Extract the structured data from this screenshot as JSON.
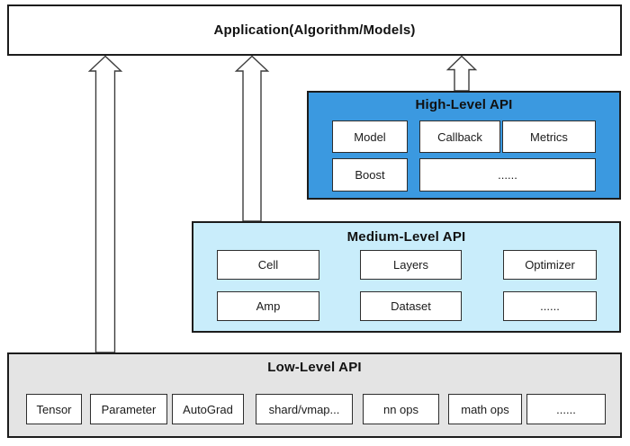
{
  "colors": {
    "high_level_bg": "#3b99e0",
    "medium_level_bg": "#c9edfb",
    "low_level_bg": "#e4e4e4"
  },
  "application": {
    "label": "Application(Algorithm/Models)"
  },
  "high_level": {
    "title": "High-Level API",
    "items": {
      "model": "Model",
      "callback": "Callback",
      "metrics": "Metrics",
      "boost": "Boost",
      "more": "......"
    }
  },
  "medium_level": {
    "title": "Medium-Level API",
    "items": {
      "cell": "Cell",
      "layers": "Layers",
      "optimizer": "Optimizer",
      "amp": "Amp",
      "dataset": "Dataset",
      "more": "......"
    }
  },
  "low_level": {
    "title": "Low-Level API",
    "items": {
      "tensor": "Tensor",
      "parameter": "Parameter",
      "autograd": "AutoGrad",
      "shard_vmap": "shard/vmap...",
      "nn_ops": "nn ops",
      "math_ops": "math ops",
      "more": "......"
    }
  },
  "connections": [
    {
      "from": "Low-Level API",
      "to": "Application"
    },
    {
      "from": "Medium-Level API",
      "to": "Application"
    },
    {
      "from": "High-Level API",
      "to": "Application"
    }
  ]
}
